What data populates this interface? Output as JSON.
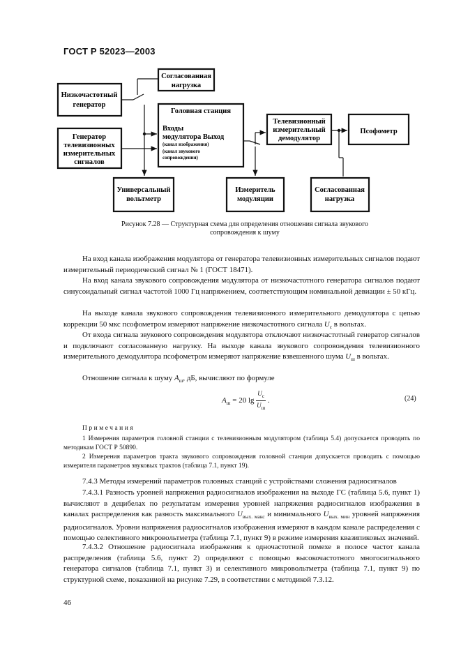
{
  "header": "ГОСТ Р 52023—2003",
  "diagram": {
    "matched_load_top": [
      "Согласованная",
      "нагрузка"
    ],
    "lf_generator": [
      "Низкочастотный",
      "генератор"
    ],
    "tv_signal_generator": [
      "Генератор",
      "телевизионных",
      "измерительных",
      "сигналов"
    ],
    "head_station_title": "Головная станция",
    "inputs": "Входы",
    "modulator_output": "модулятора   Выход",
    "video_channel": "(канал изображения)",
    "audio_channel_1": "(канал звукового",
    "audio_channel_2": "сопровождения)",
    "tv_demodulator": [
      "Телевизионный",
      "измерительный",
      "демодулятор"
    ],
    "psophometer": "Псофометр",
    "universal_voltmeter": [
      "Универсальный",
      "вольтметр"
    ],
    "modulation_meter": [
      "Измеритель",
      "модуляции"
    ],
    "matched_load_bottom": [
      "Согласованная",
      "нагрузка"
    ]
  },
  "caption": [
    "Рисунок 7.28 — Структурная схема для определения отношения сигнала звукового",
    "сопровождения к шуму"
  ],
  "paragraphs": {
    "p1": "На вход канала изображения модулятора от генератора телевизионных измерительных сигналов подают измерительный периодический сигнал № 1 (ГОСТ 18471).",
    "p2": "На вход канала звукового сопровождения модулятора от низкочастотного генератора сигналов подают синусоидальный сигнал частотой 1000 Гц напряжением, соответствующим номинальной девиации ± 50 кГц.",
    "p3_a": "На выходе канала звукового сопровождения телевизионного измерительного демодулятора с цепью коррекции 50 мкс псофометром измеряют напряжение низкочастотного сигнала ",
    "p3_var": "U",
    "p3_sub": "с",
    "p3_b": " в вольтах.",
    "p4_a": "От входа сигнала звукового сопровождения модулятора отключают низкочастотный генератор сигналов и подключают согласованную нагрузку. На выходе канала звукового сопровождения телевизионного измерительного демодулятора псофометром измеряют напряжение взвешенного шума ",
    "p4_var": "U",
    "p4_sub": "ш",
    "p4_b": " в вольтах.",
    "p5_a": "Отношение сигнала к шуму ",
    "p5_var": "A",
    "p5_sub": "ш",
    "p5_b": ", дБ, вычисляют по формуле"
  },
  "formula": {
    "lhs": "A",
    "lhs_sub": "ш",
    "eq": " = 20 lg ",
    "num": "U",
    "num_sub": "с",
    "den": "U",
    "den_sub": "ш",
    "tail": " .",
    "number": "(24)"
  },
  "notes": {
    "title": "Примечания",
    "n1": "1 Измерения параметров головной станции с телевизионным модулятором (таблица 5.4) допускается проводить по методикам ГОСТ Р 50890.",
    "n2": "2 Измерения параметров тракта звукового сопровождения головной станции допускается проводить с помощью измерителя параметров звуковых трактов (таблица 7.1, пункт 19)."
  },
  "section": {
    "s743": "7.4.3 Методы измерений параметров головных станций с устройствами сложения радиосигналов",
    "s7431_a": "7.4.3.1 Разность уровней напряжения радиосигналов изображения на выходе ГС (таблица 5.6, пункт 1) вычисляют в децибелах по результатам измерения уровней напряжения радиосигналов изображения в каналах распределения как разность максимального ",
    "s7431_var1": "U",
    "s7431_sub1": "вых. макс",
    "s7431_b": " и минимального ",
    "s7431_var2": "U",
    "s7431_sub2": "вых. мин",
    "s7431_c": " уровней напряжения радиосигналов. Уровни напряжения радиосигналов изображения измеряют в каждом канале распределения с помощью селективного микровольтметра (таблица 7.1, пункт 9) в режиме измерения квазипиковых значений.",
    "s7432": "7.4.3.2 Отношение радиосигнала изображения к одночастотной помехе в полосе частот канала распределения (таблица 5.6, пункт 2) определяют с помощью высокочастотного многосигнального генератора сигналов (таблица 7.1, пункт 3) и селективного микровольтметра (таблица 7.1, пункт 9) по структурной схеме, показанной на рисунке 7.29, в соответствии с методикой 7.3.12."
  },
  "page_number": "46"
}
